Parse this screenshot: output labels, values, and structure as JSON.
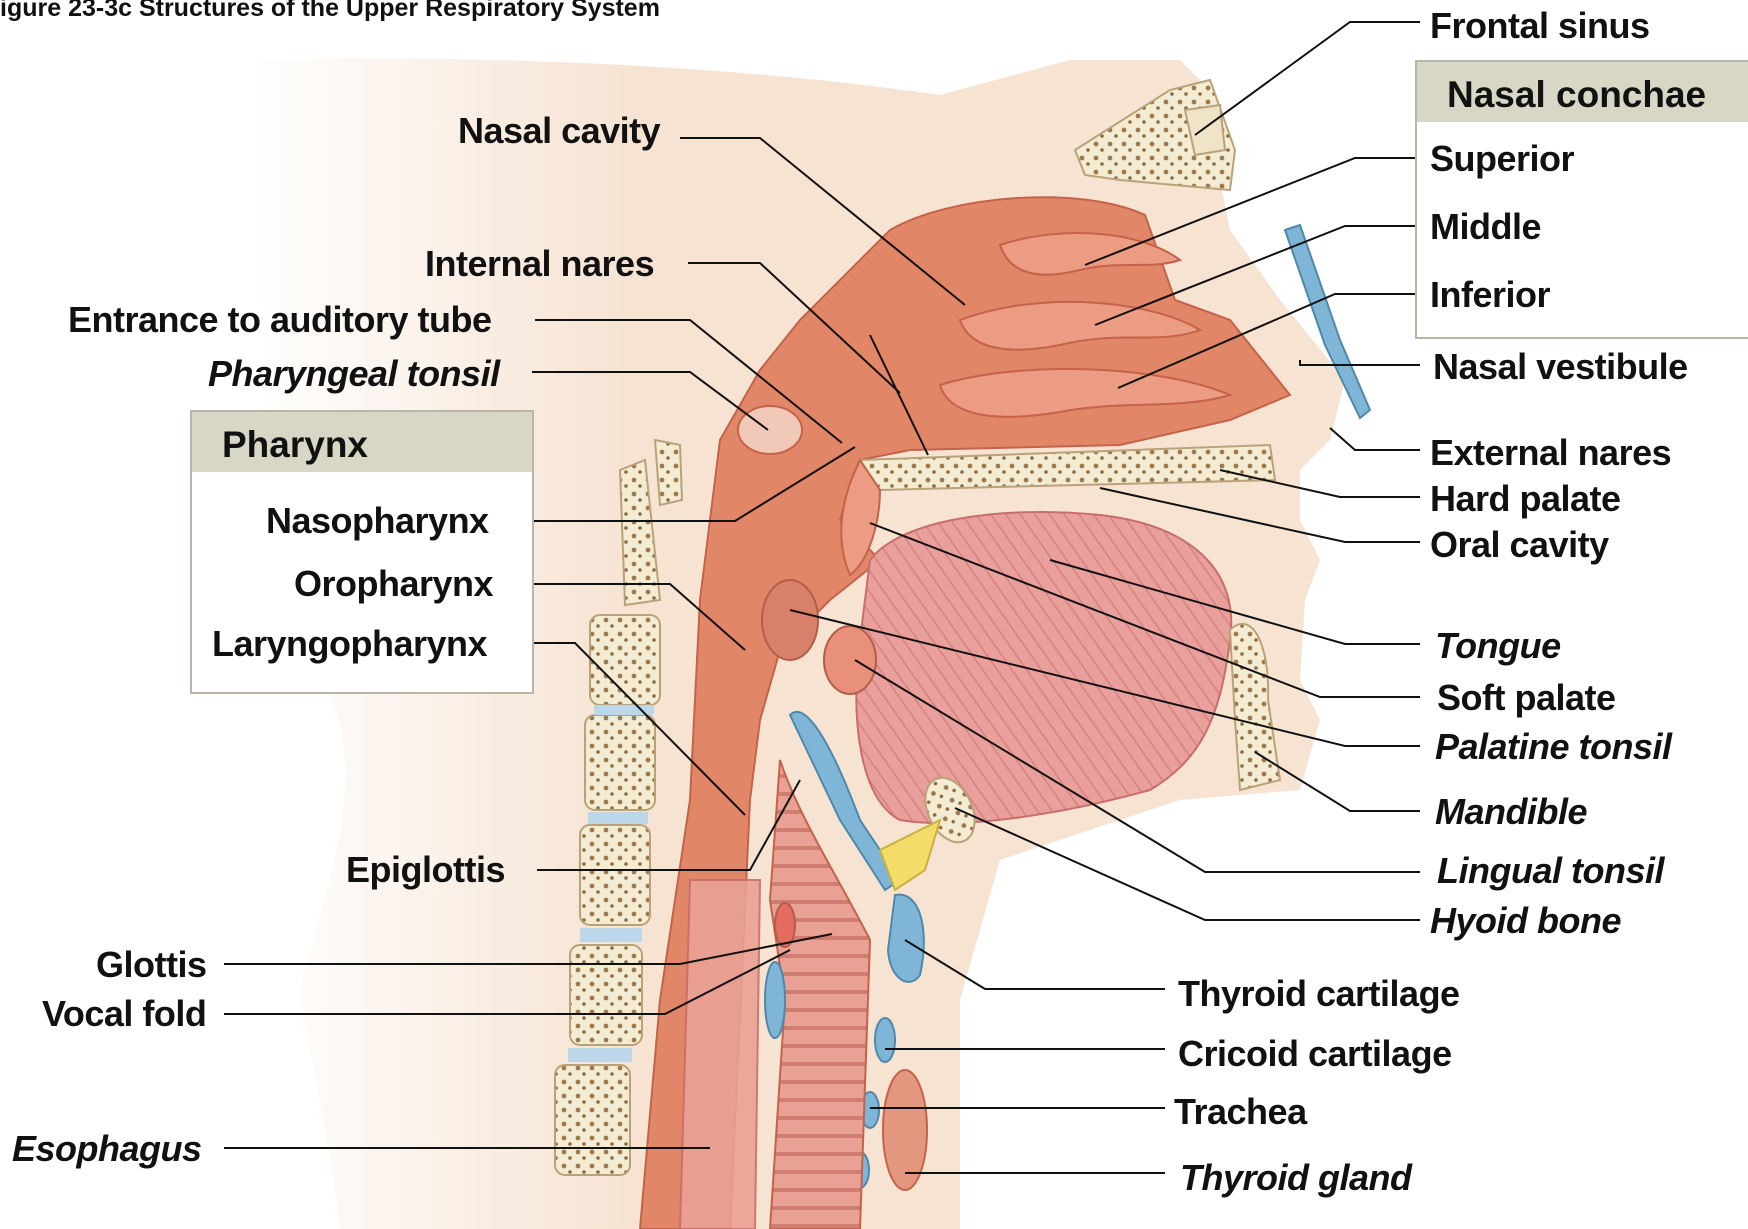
{
  "figure": {
    "title": "igure 23-3c  Structures of the Upper Respiratory System"
  },
  "colors": {
    "background": "#ffffff",
    "skin": "#f3dcc8",
    "mucosa": "#e0826a",
    "muscle": "#e8a4a0",
    "bone": "#f4ecd2",
    "cartilage": "#7fb6d8",
    "leader": "#111111",
    "box_head": "#d8d6c4"
  },
  "boxes": {
    "nasal_conchae": {
      "title": "Nasal conchae",
      "items": [
        "Superior",
        "Middle",
        "Inferior"
      ]
    },
    "pharynx": {
      "title": "Pharynx",
      "items": [
        "Nasopharynx",
        "Oropharynx",
        "Laryngopharynx"
      ]
    }
  },
  "labels": {
    "frontal_sinus": "Frontal sinus",
    "nasal_cavity": "Nasal cavity",
    "internal_nares": "Internal nares",
    "entrance_auditory_tube": "Entrance to auditory tube",
    "pharyngeal_tonsil": "Pharyngeal tonsil",
    "nasal_vestibule": "Nasal vestibule",
    "external_nares": "External nares",
    "hard_palate": "Hard palate",
    "oral_cavity": "Oral cavity",
    "tongue": "Tongue",
    "soft_palate": "Soft palate",
    "palatine_tonsil": "Palatine tonsil",
    "mandible": "Mandible",
    "epiglottis": "Epiglottis",
    "lingual_tonsil": "Lingual tonsil",
    "hyoid_bone": "Hyoid bone",
    "glottis": "Glottis",
    "vocal_fold": "Vocal fold",
    "thyroid_cartilage": "Thyroid cartilage",
    "cricoid_cartilage": "Cricoid cartilage",
    "trachea": "Trachea",
    "esophagus": "Esophagus",
    "thyroid_gland": "Thyroid gland"
  }
}
